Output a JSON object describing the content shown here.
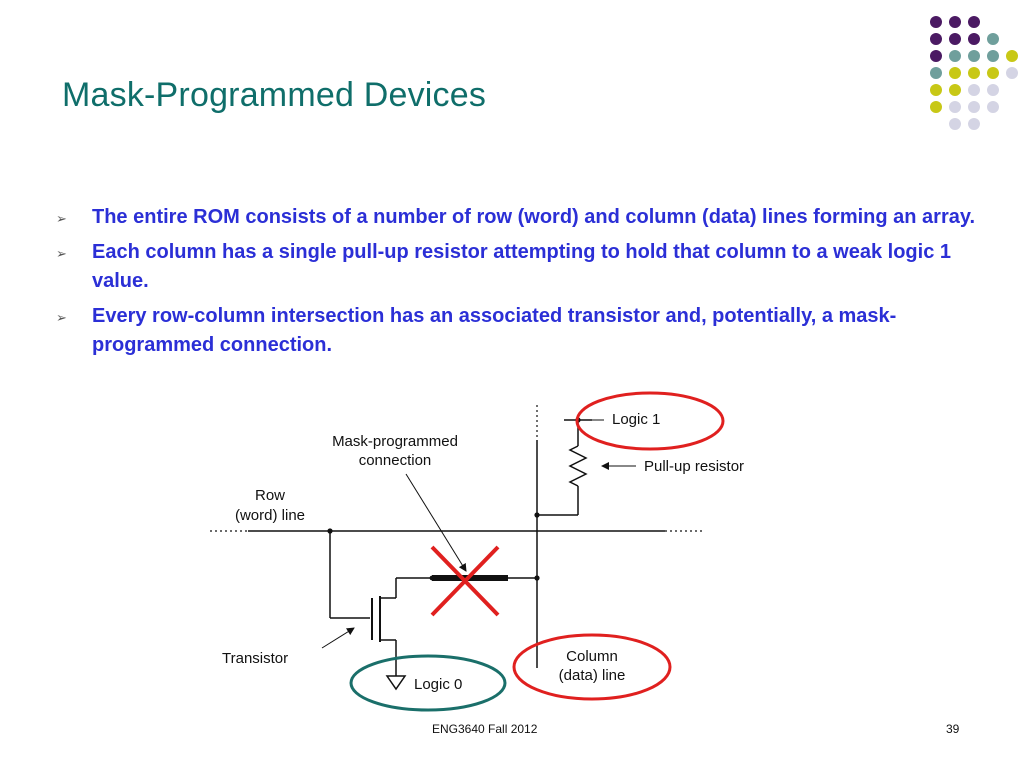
{
  "slide": {
    "title": "Mask-Programmed Devices",
    "bullets": [
      "The entire ROM consists of a number of row (word) and column (data) lines forming an array.",
      "Each column has a single pull-up resistor attempting to hold that column to a weak logic 1 value.",
      "Every row-column intersection has an associated transistor and, potentially, a mask-programmed connection."
    ],
    "bullet_marker": "➢"
  },
  "diagram": {
    "logic1": "Logic 1",
    "pullup": "Pull-up resistor",
    "mask_line1": "Mask-programmed",
    "mask_line2": "connection",
    "row_line1": "Row",
    "row_line2": "(word) line",
    "transistor": "Transistor",
    "logic0": "Logic 0",
    "column_line1": "Column",
    "column_line2": "(data) line"
  },
  "footer": {
    "course": "ENG3640 Fall 2012",
    "page": "39"
  },
  "colors": {
    "title": "#0f6e6a",
    "bullet_text": "#2b2fd6",
    "highlight_red": "#e0201f",
    "highlight_teal": "#1a6f6a",
    "dot_purple": "#4b1a63",
    "dot_teal": "#6f9f9c",
    "dot_yellow": "#c8c816",
    "dot_lavender": "#d4d4e4"
  }
}
